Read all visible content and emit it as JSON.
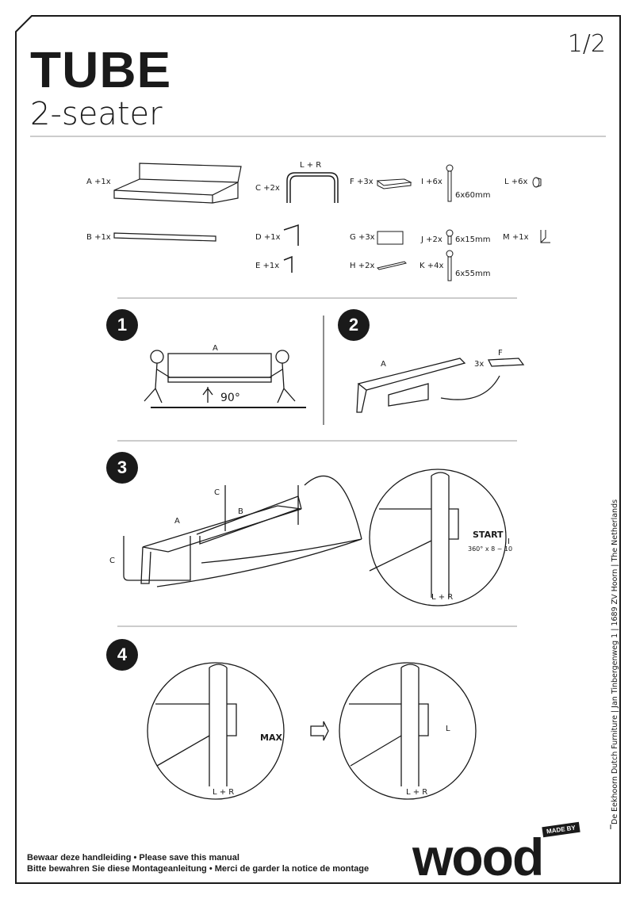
{
  "header": {
    "title": "TUBE",
    "subtitle": "2-seater",
    "page": "1/2"
  },
  "parts": [
    {
      "id": "A",
      "qty": "+1x"
    },
    {
      "id": "B",
      "qty": "+1x"
    },
    {
      "id": "C",
      "qty": "+2x",
      "note": "L + R"
    },
    {
      "id": "D",
      "qty": "+1x"
    },
    {
      "id": "E",
      "qty": "+1x"
    },
    {
      "id": "F",
      "qty": "+3x"
    },
    {
      "id": "G",
      "qty": "+3x"
    },
    {
      "id": "H",
      "qty": "+2x"
    },
    {
      "id": "I",
      "qty": "+6x",
      "size": "6x60mm"
    },
    {
      "id": "J",
      "qty": "+2x",
      "size": "6x15mm"
    },
    {
      "id": "K",
      "qty": "+4x",
      "size": "6x55mm"
    },
    {
      "id": "L",
      "qty": "+6x"
    },
    {
      "id": "M",
      "qty": "+1x"
    }
  ],
  "steps": [
    {
      "number": "1",
      "label_a": "A",
      "rotation": "90°"
    },
    {
      "number": "2",
      "label_a": "A",
      "label_f": "F",
      "multiplier": "3x"
    },
    {
      "number": "3",
      "label_a": "A",
      "label_b": "B",
      "label_c": "C",
      "label_c2": "C",
      "start": "START",
      "turns": "360° x 8 ~ 10",
      "label_i": "I",
      "side": "L + R"
    },
    {
      "number": "4",
      "max": "MAX",
      "label_l": "L",
      "side_left": "L + R",
      "side_right": "L + R"
    }
  ],
  "footer": {
    "line1": "Bewaar deze handleiding • Please save this manual",
    "line2": "Bitte bewahren Sie diese Montageanleitung • Merci de garder la notice de montage",
    "address": "De Eekhoorn Dutch Furniture  |  Jan Tinbergenweg 1  |  1689 ZV  Hoorn  |  The Netherlands",
    "logo_badge": "MADE BY",
    "logo": "wood"
  }
}
